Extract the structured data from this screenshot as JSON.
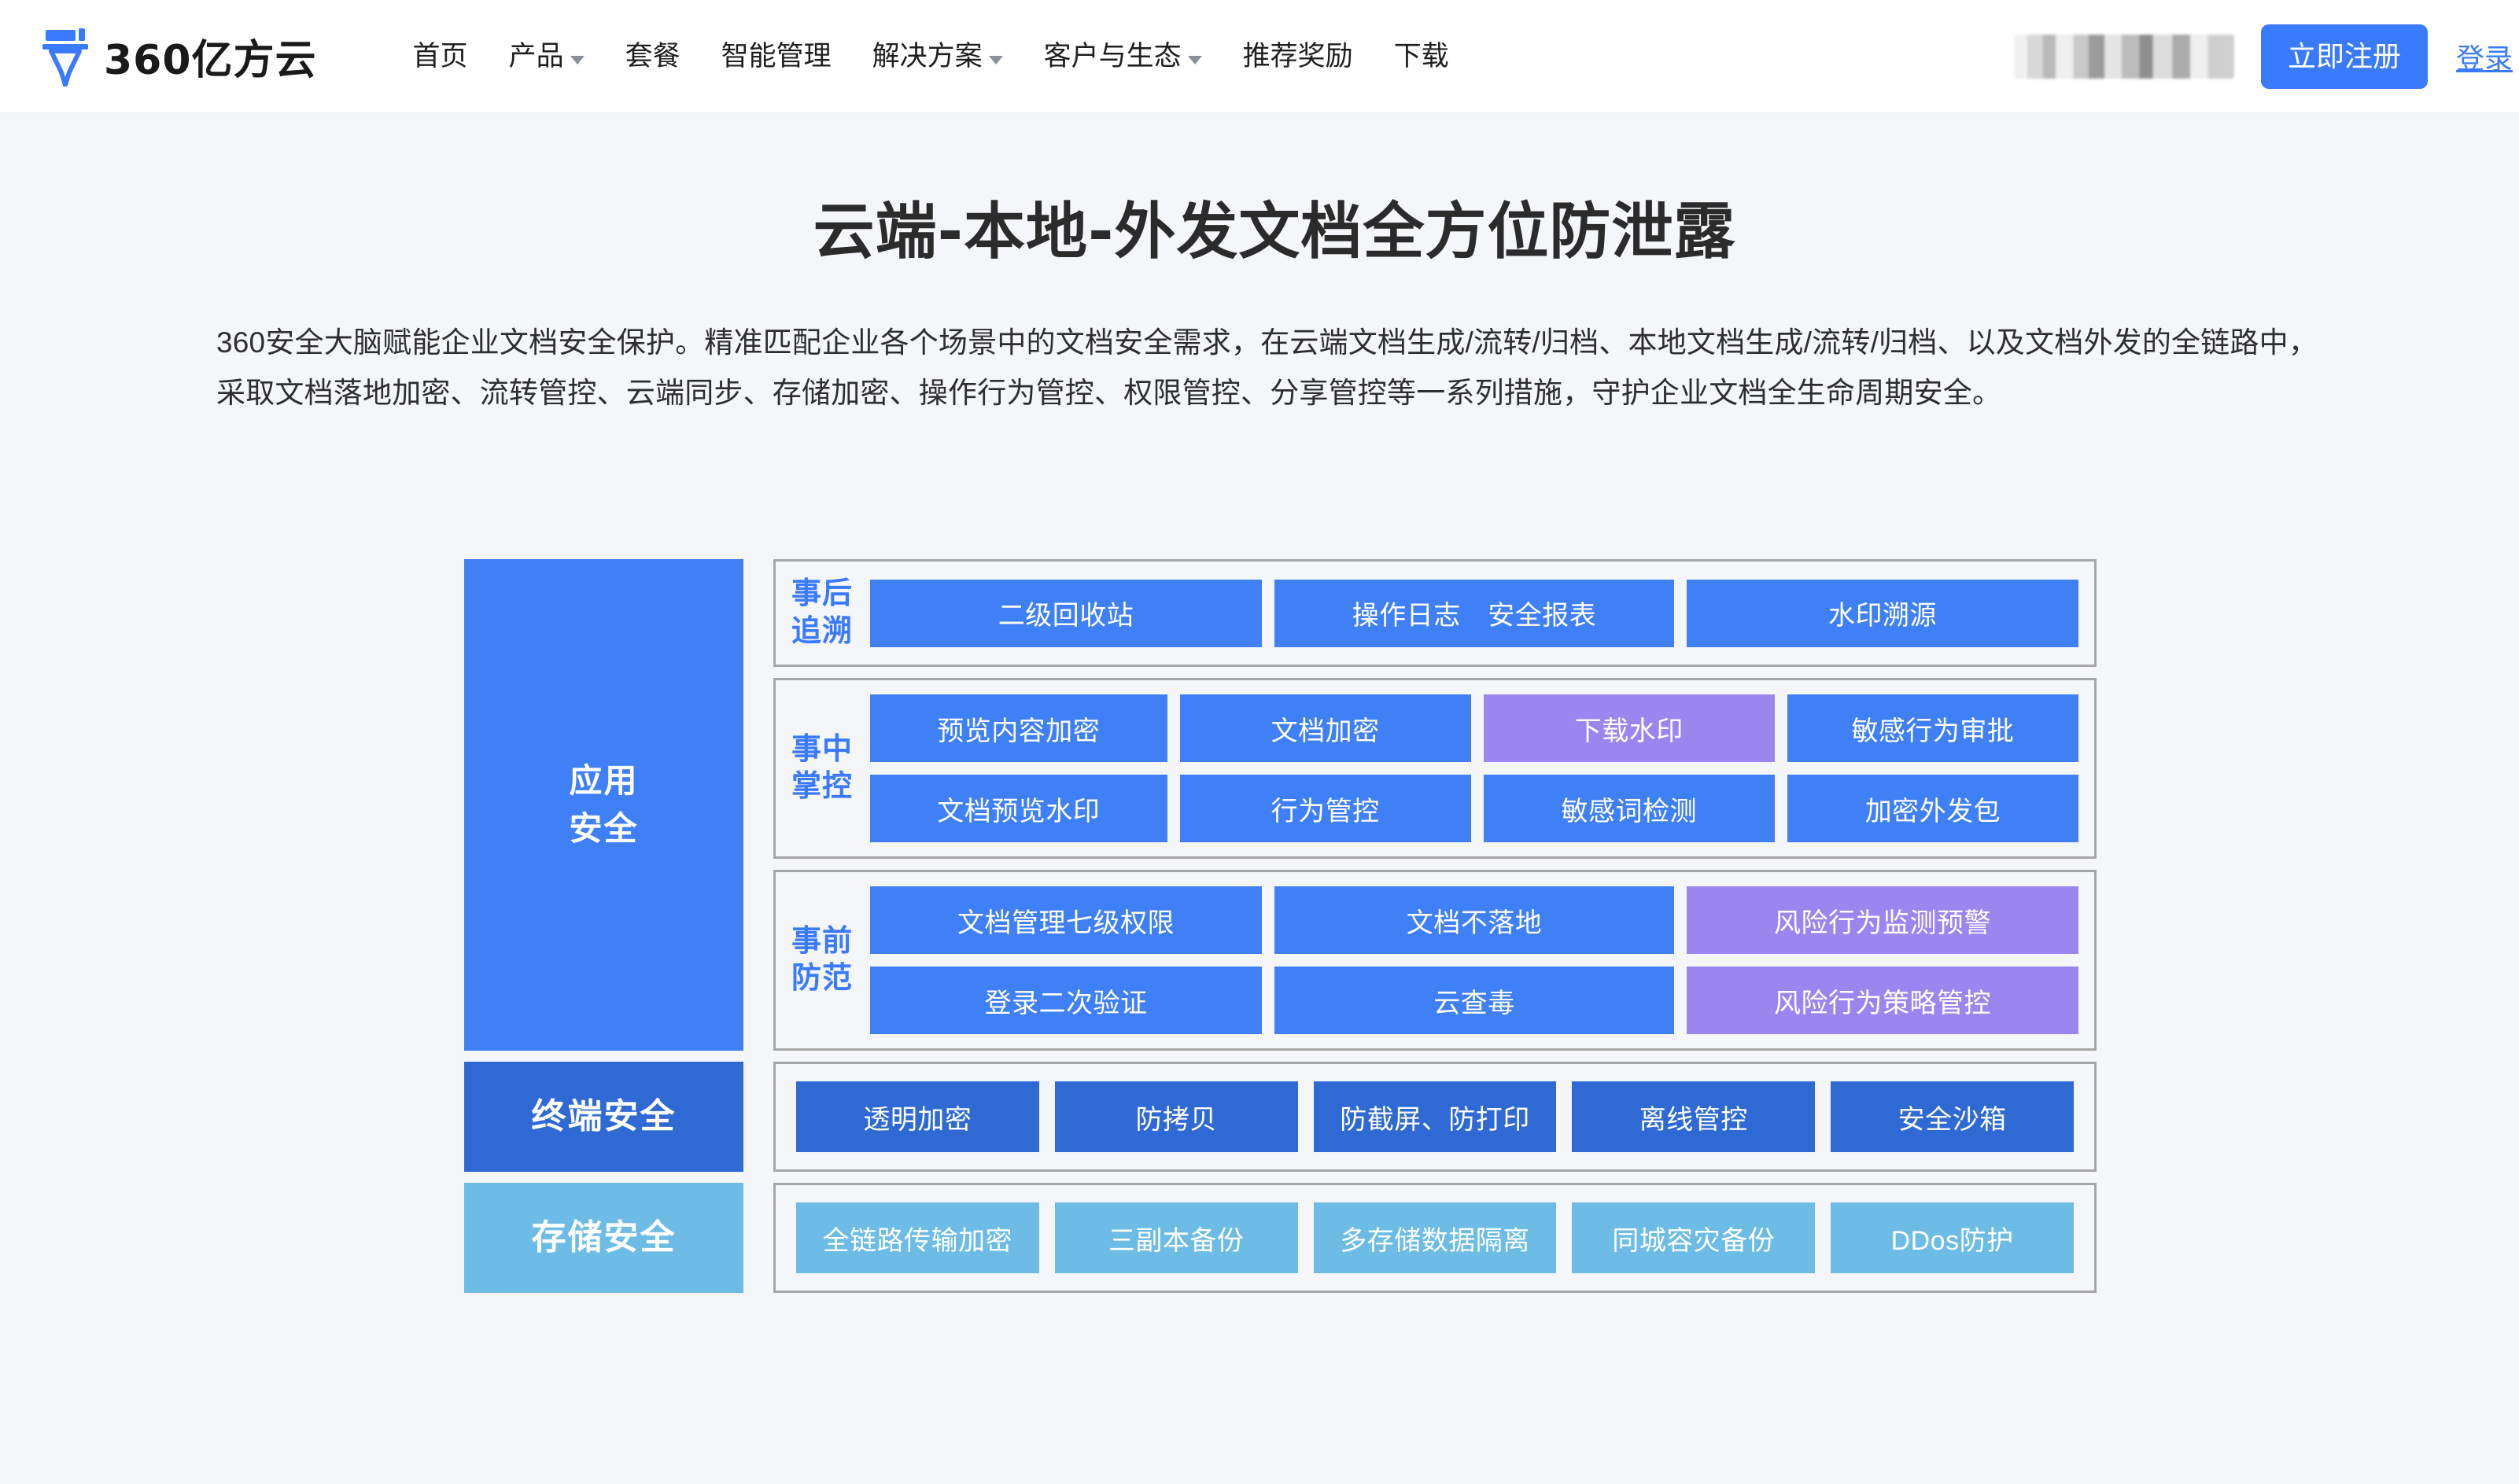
{
  "header": {
    "logo_text": "360亿方云",
    "logo_icon": "yifangyun-logo-icon",
    "nav": [
      {
        "label": "首页",
        "has_caret": false
      },
      {
        "label": "产品",
        "has_caret": true
      },
      {
        "label": "套餐",
        "has_caret": false
      },
      {
        "label": "智能管理",
        "has_caret": false
      },
      {
        "label": "解决方案",
        "has_caret": true
      },
      {
        "label": "客户与生态",
        "has_caret": true
      },
      {
        "label": "推荐奖励",
        "has_caret": false
      },
      {
        "label": "下载",
        "has_caret": false
      }
    ],
    "register_label": "立即注册",
    "login_label": "登录",
    "accent_color": "#3a7afd"
  },
  "hero": {
    "title": "云端-本地-外发文档全方位防泄露",
    "paragraph": "360安全大脑赋能企业文档安全保护。精准匹配企业各个场景中的文档安全需求，在云端文档生成/流转/归档、本地文档生成/流转/归档、以及文档外发的全链路中，采取文档落地加密、流转管控、云端同步、存储加密、操作行为管控、权限管控、分享管控等一系列措施，守护企业文档全生命周期安全。"
  },
  "diagram": {
    "colors": {
      "card_blue": "#3f80f7",
      "card_purple": "#9b86f0",
      "terminal_blue": "#2f6ad4",
      "storage_blue": "#6cbce6",
      "group_border": "#a6a6a6",
      "page_bg": "#f4f6fa"
    },
    "application_security": {
      "label": "应用\n安全",
      "label_line1": "应用",
      "label_line2": "安全",
      "groups": [
        {
          "label_line1": "事后",
          "label_line2": "追溯",
          "rows": [
            [
              {
                "text": "二级回收站",
                "color": "blue"
              },
              {
                "text": "操作日志　安全报表",
                "color": "blue"
              },
              {
                "text": "水印溯源",
                "color": "blue"
              }
            ]
          ]
        },
        {
          "label_line1": "事中",
          "label_line2": "掌控",
          "rows": [
            [
              {
                "text": "预览内容加密",
                "color": "blue"
              },
              {
                "text": "文档加密",
                "color": "blue"
              },
              {
                "text": "下载水印",
                "color": "purple"
              },
              {
                "text": "敏感行为审批",
                "color": "blue"
              }
            ],
            [
              {
                "text": "文档预览水印",
                "color": "blue"
              },
              {
                "text": "行为管控",
                "color": "blue"
              },
              {
                "text": "敏感词检测",
                "color": "blue"
              },
              {
                "text": "加密外发包",
                "color": "blue"
              }
            ]
          ]
        },
        {
          "label_line1": "事前",
          "label_line2": "防范",
          "rows": [
            [
              {
                "text": "文档管理七级权限",
                "color": "blue"
              },
              {
                "text": "文档不落地",
                "color": "blue"
              },
              {
                "text": "风险行为监测预警",
                "color": "purple"
              }
            ],
            [
              {
                "text": "登录二次验证",
                "color": "blue"
              },
              {
                "text": "云查毒",
                "color": "blue"
              },
              {
                "text": "风险行为策略管控",
                "color": "purple"
              }
            ]
          ]
        }
      ]
    },
    "terminal_security": {
      "label": "终端安全",
      "cells": [
        "透明加密",
        "防拷贝",
        "防截屏、防打印",
        "离线管控",
        "安全沙箱"
      ]
    },
    "storage_security": {
      "label": "存储安全",
      "cells": [
        "全链路传输加密",
        "三副本备份",
        "多存储数据隔离",
        "同城容灾备份",
        "DDos防护"
      ]
    }
  }
}
